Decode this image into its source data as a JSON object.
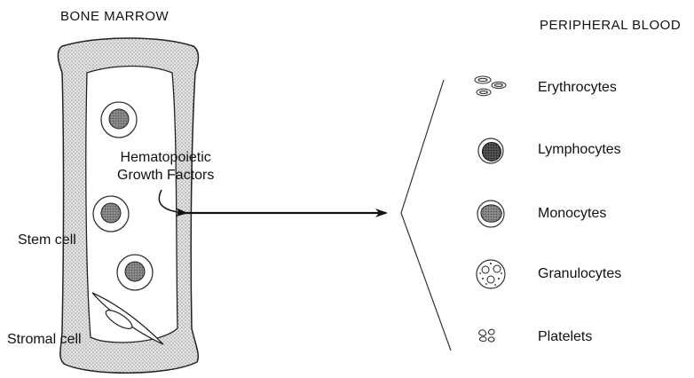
{
  "titles": {
    "left": "BONE  MARROW",
    "right": "PERIPHERAL BLOOD"
  },
  "marrow_labels": {
    "growth_factors_line1": "Hematopoietic",
    "growth_factors_line2": "Growth Factors",
    "stem_cell": "Stem cell",
    "stromal_cell": "Stromal cell"
  },
  "blood_cells": [
    {
      "label": "Erythrocytes",
      "icon": "erythrocytes-icon"
    },
    {
      "label": "Lymphocytes",
      "icon": "lymphocyte-icon"
    },
    {
      "label": "Monocytes",
      "icon": "monocyte-icon"
    },
    {
      "label": "Granulocytes",
      "icon": "granulocyte-icon"
    },
    {
      "label": "Platelets",
      "icon": "platelets-icon"
    }
  ]
}
